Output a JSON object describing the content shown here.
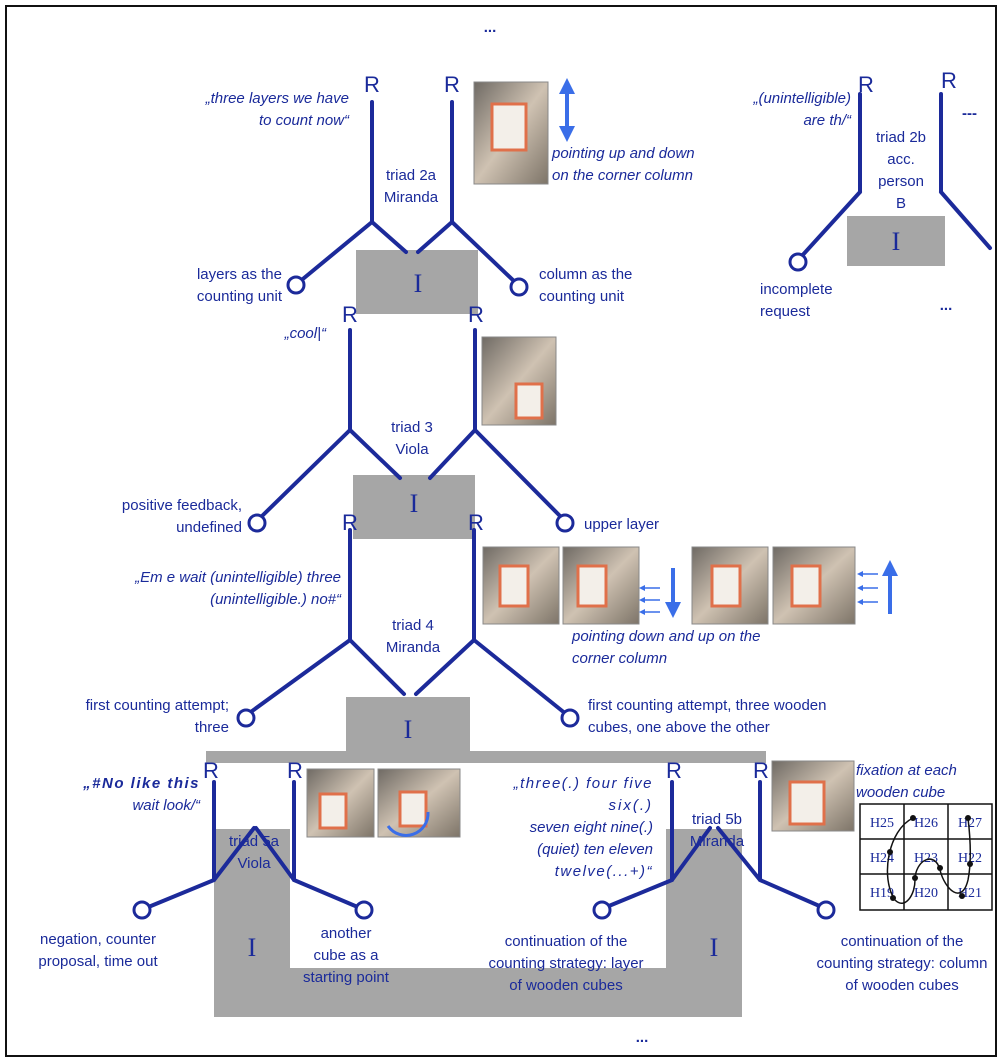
{
  "ellipsis": "...",
  "R": "R",
  "I": "I",
  "dashes": "---",
  "triad2a": {
    "name": "triad 2a",
    "person": "Miranda",
    "quote": [
      "„three layers we have",
      "to count now“"
    ],
    "left_outcome": [
      "layers as the",
      "counting unit"
    ],
    "right_outcome": [
      "column as the",
      "counting unit"
    ],
    "gesture": [
      "pointing up and down",
      "on the corner column"
    ]
  },
  "triad2b": {
    "name": "triad 2b",
    "person": [
      "acc.",
      "person",
      "B"
    ],
    "quote": [
      "„(unintelligible)",
      "are th/“"
    ],
    "left_outcome": [
      "incomplete",
      "request"
    ]
  },
  "triad3": {
    "name": "triad 3",
    "person": "Viola",
    "quote": "„cool|“",
    "left_outcome": [
      "positive feedback,",
      "undefined"
    ],
    "right_outcome": "upper layer"
  },
  "triad4": {
    "name": "triad 4",
    "person": "Miranda",
    "quote": [
      "„Em e wait (unintelligible) three",
      "(unintelligible.) no#“"
    ],
    "left_outcome": [
      "first counting attempt;",
      "three"
    ],
    "right_outcome": [
      "first counting attempt, three wooden",
      "cubes, one above the other"
    ],
    "gesture": [
      "pointing down and up on the",
      "corner column"
    ]
  },
  "triad5a": {
    "name": "triad 5a",
    "person": "Viola",
    "quote": [
      "„#No like this",
      "wait look/“"
    ],
    "left_outcome": [
      "negation, counter",
      "proposal, time out"
    ],
    "right_outcome": [
      "another",
      "cube as a",
      "starting point"
    ]
  },
  "triad5b": {
    "name": "triad 5b",
    "person": "Miranda",
    "quote": [
      "„three(.) four five",
      "six(.)",
      "seven eight nine(.)",
      "(quiet) ten eleven",
      "twelve(...+)“"
    ],
    "left_outcome": [
      "continuation of the",
      "counting strategy: layer",
      "of wooden cubes"
    ],
    "right_outcome": [
      "continuation of the",
      "counting strategy: column",
      "of wooden cubes"
    ],
    "gesture": [
      "fixation at each",
      "wooden cube"
    ]
  },
  "grid": [
    [
      "H25",
      "H26",
      "H27"
    ],
    [
      "H24",
      "H23",
      "H22"
    ],
    [
      "H19",
      "H20",
      "H21"
    ]
  ],
  "colors": {
    "line": "#1c2a9a",
    "box": "#a6a6a6",
    "arrow": "#3a6ee8"
  }
}
